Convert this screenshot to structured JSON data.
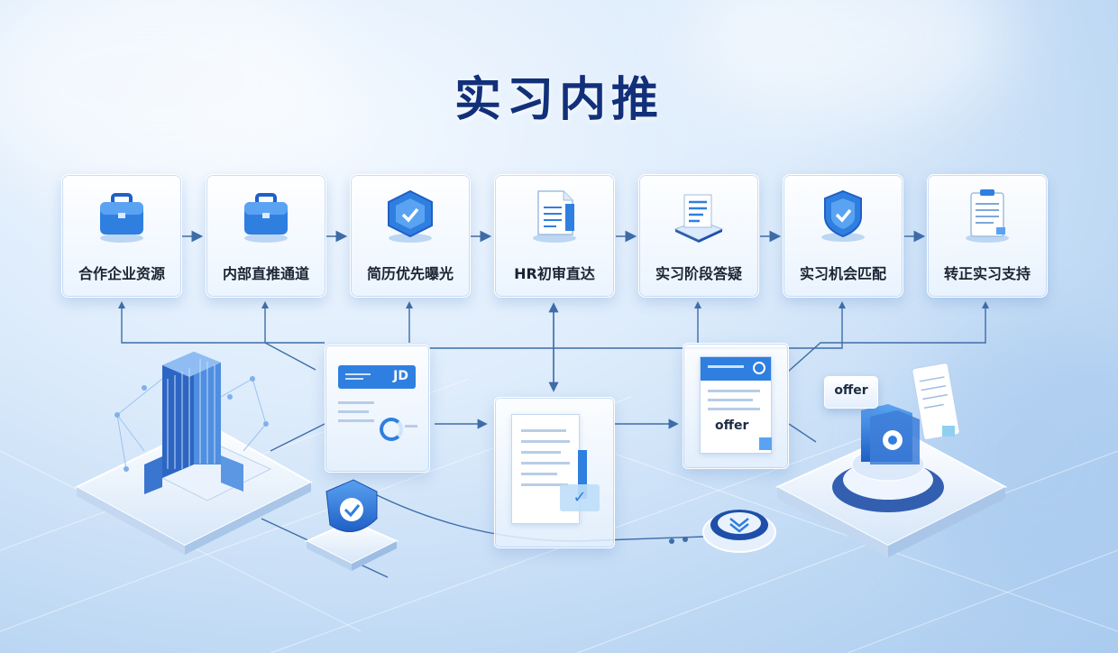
{
  "title": "实习内推",
  "steps": [
    {
      "label": "合作企业资源",
      "icon": "briefcase-icon"
    },
    {
      "label": "内部直推通道",
      "icon": "briefcase-icon"
    },
    {
      "label": "简历优先曝光",
      "icon": "shield-badge-icon"
    },
    {
      "label": "HR初审直达",
      "icon": "document-icon"
    },
    {
      "label": "实习阶段答疑",
      "icon": "document-stack-icon"
    },
    {
      "label": "实习机会匹配",
      "icon": "shield-badge-icon"
    },
    {
      "label": "转正实习支持",
      "icon": "clipboard-icon"
    }
  ],
  "panels": {
    "jd_label": "JD",
    "offer_label": "offer",
    "offer_tag": "offer"
  },
  "colors": {
    "title": "#12307a",
    "accent": "#2f7fe0",
    "line": "#3e6da8"
  }
}
